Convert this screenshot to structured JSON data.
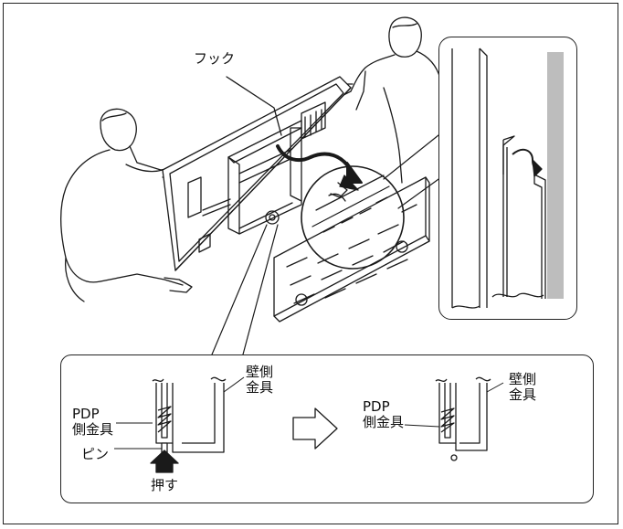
{
  "labels": {
    "hook": "フック",
    "pdp_bracket_before": "PDP\n側金具",
    "wall_bracket_before": "壁側\n金具",
    "pin": "ピン",
    "push": "押す",
    "pdp_bracket_after": "PDP\n側金具",
    "wall_bracket_after": "壁側\n金具"
  },
  "colors": {
    "line": "#1a1a1a",
    "wall_gray": "#bdbdbd",
    "frame": "#222222"
  }
}
